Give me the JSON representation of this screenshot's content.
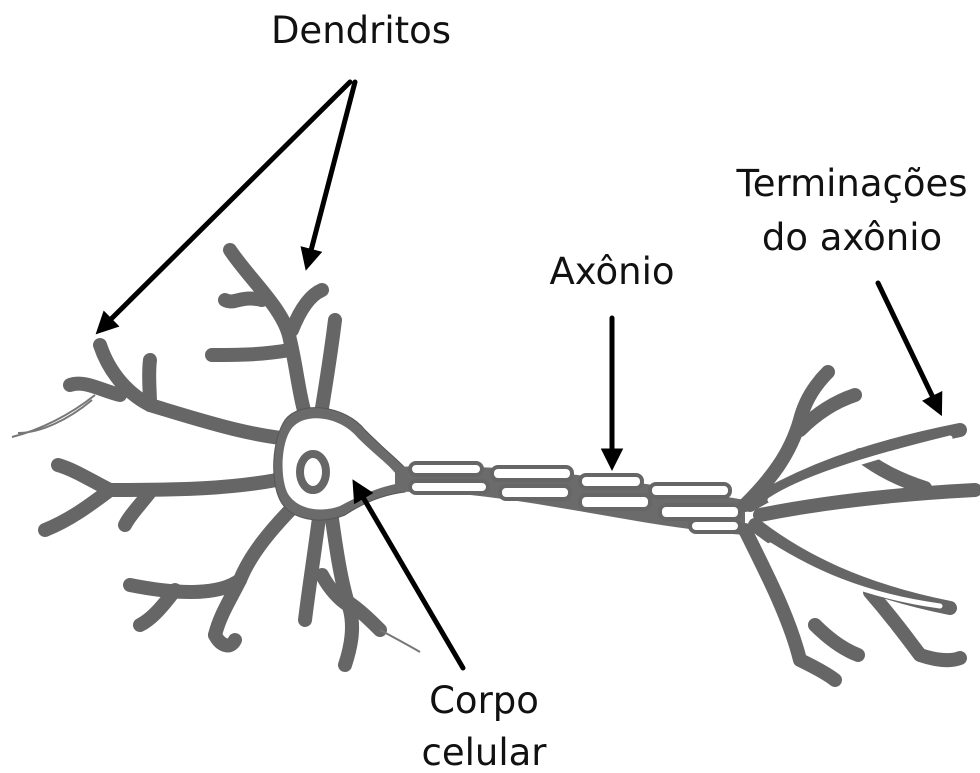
{
  "labels": {
    "dendrites": "Dendritos",
    "axon": "Axônio",
    "axon_terminals_line1": "Terminações",
    "axon_terminals_line2": "do axônio",
    "cell_body_line1": "Corpo",
    "cell_body_line2": "celular"
  },
  "colors": {
    "neuron": "#666666",
    "arrow": "#000000",
    "text": "#111111",
    "background": "#ffffff"
  }
}
